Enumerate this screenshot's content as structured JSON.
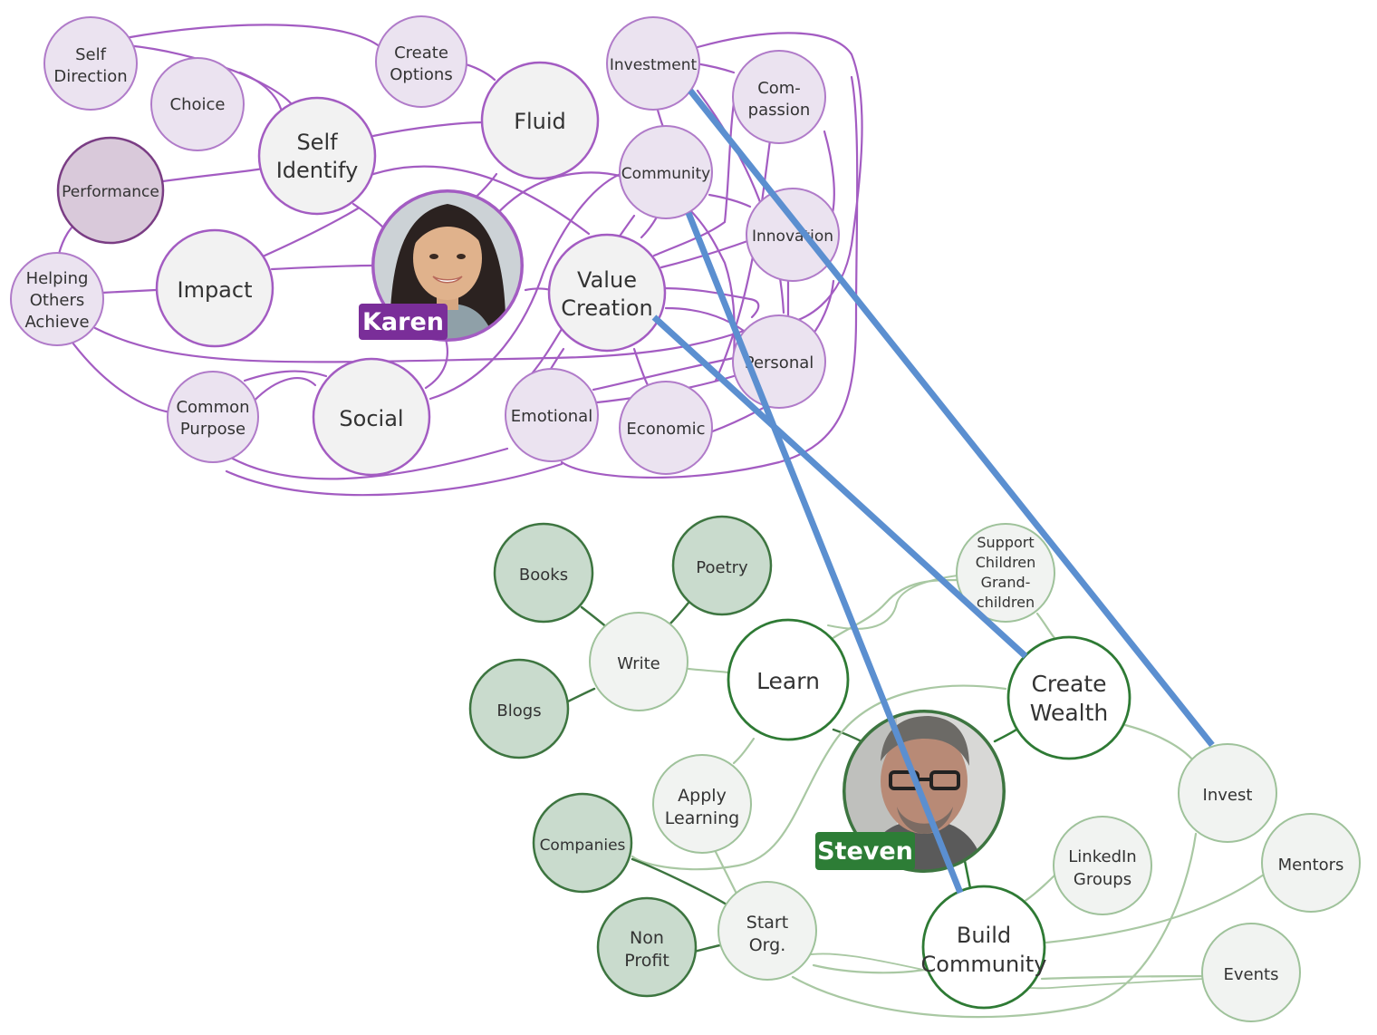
{
  "colors": {
    "purple_line": "#a35cc2",
    "purple_fill": "#ebe3f0",
    "purple_stroke": "#b07bc9",
    "purple_dark_fill": "#d9c9da",
    "purple_dark_stroke": "#7a3d84",
    "white_fill": "#f2f2f2",
    "green_line": "#a9c8a3",
    "green_fill": "#f1f3f1",
    "green_stroke": "#9fc29b",
    "green_dark_fill": "#c9dbcd",
    "green_dark_stroke": "#3d7540",
    "green_main_stroke": "#2e7a34",
    "connector": "#5b8fd0",
    "badge_purple": "#7a2e99",
    "badge_green": "#2d7d36"
  },
  "people": {
    "karen": {
      "name": "Karen",
      "icon": "woman-portrait-icon"
    },
    "steven": {
      "name": "Steven",
      "icon": "man-portrait-icon"
    }
  },
  "purple_nodes": [
    {
      "id": "self_direction",
      "lines": [
        "Self",
        "Direction"
      ],
      "style": "small"
    },
    {
      "id": "create_options",
      "lines": [
        "Create",
        "Options"
      ],
      "style": "small"
    },
    {
      "id": "choice",
      "lines": [
        "Choice"
      ],
      "style": "small"
    },
    {
      "id": "self_identify",
      "lines": [
        "Self",
        "Identify"
      ],
      "style": "big"
    },
    {
      "id": "fluid",
      "lines": [
        "Fluid"
      ],
      "style": "big"
    },
    {
      "id": "performance",
      "lines": [
        "Performance"
      ],
      "style": "dark"
    },
    {
      "id": "impact",
      "lines": [
        "Impact"
      ],
      "style": "big"
    },
    {
      "id": "helping_others",
      "lines": [
        "Helping",
        "Others",
        "Achieve"
      ],
      "style": "small"
    },
    {
      "id": "common_purpose",
      "lines": [
        "Common",
        "Purpose"
      ],
      "style": "small"
    },
    {
      "id": "social",
      "lines": [
        "Social"
      ],
      "style": "big"
    },
    {
      "id": "value_creation",
      "lines": [
        "Value",
        "Creation"
      ],
      "style": "big"
    },
    {
      "id": "emotional",
      "lines": [
        "Emotional"
      ],
      "style": "small"
    },
    {
      "id": "economic",
      "lines": [
        "Economic"
      ],
      "style": "small"
    },
    {
      "id": "investment",
      "lines": [
        "Investment"
      ],
      "style": "small"
    },
    {
      "id": "compassion",
      "lines": [
        "Com-",
        "passion"
      ],
      "style": "small"
    },
    {
      "id": "community",
      "lines": [
        "Community"
      ],
      "style": "small"
    },
    {
      "id": "innovation",
      "lines": [
        "Innovation"
      ],
      "style": "small"
    },
    {
      "id": "personal",
      "lines": [
        "Personal"
      ],
      "style": "small"
    }
  ],
  "green_nodes": [
    {
      "id": "books",
      "lines": [
        "Books"
      ],
      "style": "dark"
    },
    {
      "id": "poetry",
      "lines": [
        "Poetry"
      ],
      "style": "dark"
    },
    {
      "id": "write",
      "lines": [
        "Write"
      ],
      "style": "light"
    },
    {
      "id": "blogs",
      "lines": [
        "Blogs"
      ],
      "style": "dark"
    },
    {
      "id": "learn",
      "lines": [
        "Learn"
      ],
      "style": "main"
    },
    {
      "id": "support_children",
      "lines": [
        "Support",
        "Children",
        "Grand-",
        "children"
      ],
      "style": "light"
    },
    {
      "id": "create_wealth",
      "lines": [
        "Create",
        "Wealth"
      ],
      "style": "main"
    },
    {
      "id": "apply_learning",
      "lines": [
        "Apply",
        "Learning"
      ],
      "style": "light"
    },
    {
      "id": "invest",
      "lines": [
        "Invest"
      ],
      "style": "light"
    },
    {
      "id": "companies",
      "lines": [
        "Companies"
      ],
      "style": "dark"
    },
    {
      "id": "mentors",
      "lines": [
        "Mentors"
      ],
      "style": "light"
    },
    {
      "id": "linkedin_groups",
      "lines": [
        "LinkedIn",
        "Groups"
      ],
      "style": "light"
    },
    {
      "id": "non_profit",
      "lines": [
        "Non",
        "Profit"
      ],
      "style": "dark"
    },
    {
      "id": "start_org",
      "lines": [
        "Start",
        "Org."
      ],
      "style": "light"
    },
    {
      "id": "build_community",
      "lines": [
        "Build",
        "Community"
      ],
      "style": "main"
    },
    {
      "id": "events",
      "lines": [
        "Events"
      ],
      "style": "light"
    }
  ]
}
